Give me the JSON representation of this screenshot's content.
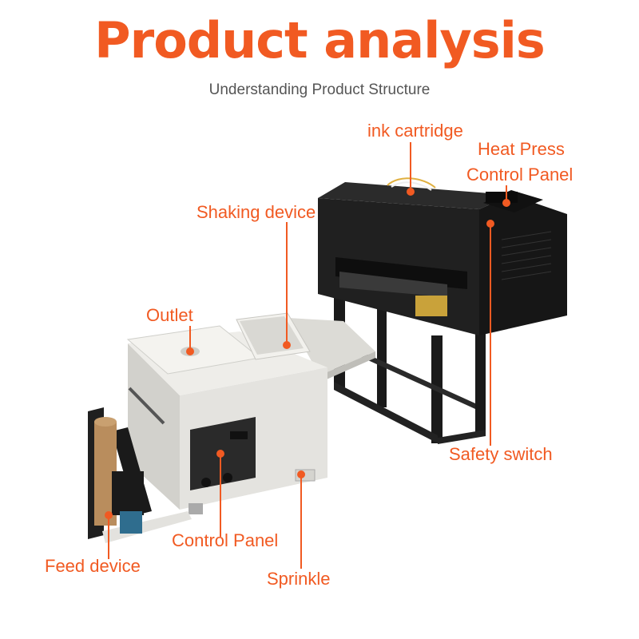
{
  "header": {
    "title": "Product analysis",
    "subtitle": "Understanding Product Structure"
  },
  "labels": {
    "ink_cartridge": "ink cartridge",
    "heat_press_line1": "Heat Press",
    "heat_press_line2": "Control Panel",
    "shaking_device": "Shaking device",
    "outlet": "Outlet",
    "safety_switch": "Safety switch",
    "control_panel": "Control Panel",
    "feed_device": "Feed device",
    "sprinkle": "Sprinkle"
  },
  "colors": {
    "accent": "#f15a22",
    "subtitle": "#555555",
    "machine_dark": "#1e1e1e",
    "machine_light": "#ecebe7"
  }
}
